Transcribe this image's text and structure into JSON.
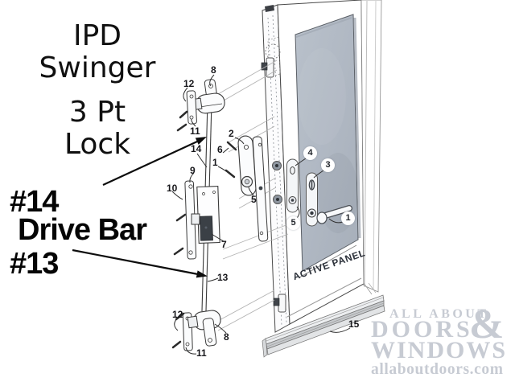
{
  "title": {
    "line1": "IPD",
    "line2": "Swinger",
    "line3": "3 Pt",
    "line4": "Lock"
  },
  "callouts": {
    "part14": "#14",
    "drive_bar": "Drive Bar",
    "part13": "#13"
  },
  "door": {
    "active_panel_label": "ACTIVE PANEL"
  },
  "part_labels": [
    {
      "text": "8"
    },
    {
      "text": "12"
    },
    {
      "text": "11"
    },
    {
      "text": "14"
    },
    {
      "text": "2"
    },
    {
      "text": "6"
    },
    {
      "text": "1"
    },
    {
      "text": "9"
    },
    {
      "text": "10"
    },
    {
      "text": "5"
    },
    {
      "text": "7"
    },
    {
      "text": "13"
    },
    {
      "text": "12"
    },
    {
      "text": "8"
    },
    {
      "text": "11"
    },
    {
      "text": "15"
    }
  ],
  "circled_labels": [
    {
      "text": "4"
    },
    {
      "text": "3"
    },
    {
      "text": "1"
    },
    {
      "text": "5"
    }
  ],
  "watermark": {
    "line1": "ALL ABOUT",
    "line2": "DOORS",
    "ampersand": "&",
    "line3": "WINDOWS",
    "line4": "allaboutdoors.com"
  },
  "colors": {
    "background": "#ffffff",
    "glass": "#b0b8c3",
    "line_art": "#3a3a3a",
    "dark_lock_case": "#3b4046",
    "watermark_gray": "#c7cbd3",
    "text_black": "#101010"
  }
}
